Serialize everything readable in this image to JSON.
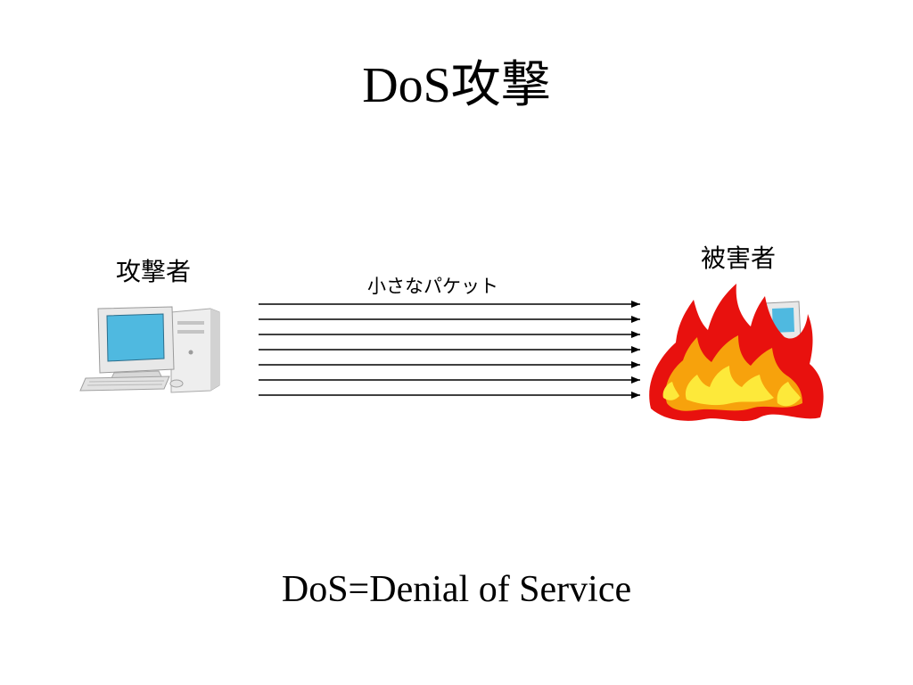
{
  "slide": {
    "title": "DoS攻撃",
    "footer": "DoS=Denial of Service"
  },
  "diagram": {
    "attacker": {
      "label": "攻撃者",
      "icon": "desktop-computer-icon"
    },
    "victim": {
      "label": "被害者",
      "icon": "burning-computer-icon"
    },
    "packets": {
      "label": "小さなパケット",
      "arrow_count": 7,
      "direction": "attacker-to-victim"
    }
  },
  "colors": {
    "background": "#ffffff",
    "text": "#000000",
    "monitor_screen": "#4fb9e0",
    "fire_outer": "#e8110e",
    "fire_mid": "#f7a20c",
    "fire_inner": "#fde93a"
  }
}
